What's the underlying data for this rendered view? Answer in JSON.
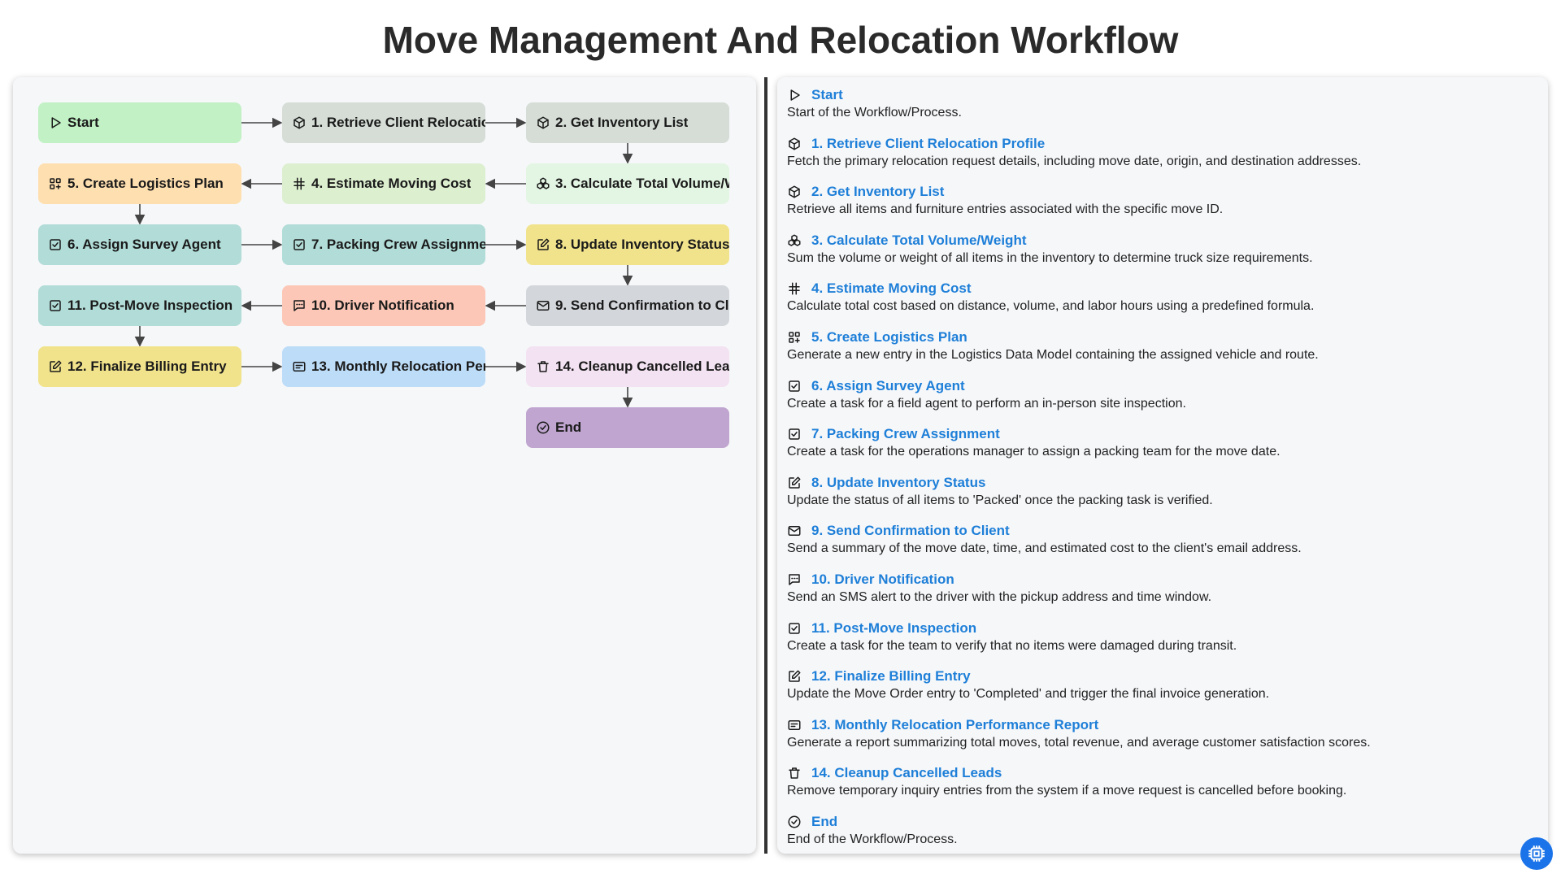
{
  "title": "Move Management And Relocation Workflow",
  "colors": {
    "start": "#c1f1c4",
    "gray_green": "#d5ddd6",
    "light_green": "#e3f5e3",
    "light_lime": "#dcefcf",
    "orange": "#fedfb0",
    "teal": "#b1dcd7",
    "yellow": "#f1e38c",
    "gray": "#d3d6da",
    "salmon": "#fcc7b6",
    "blue": "#bcdcf8",
    "pink": "#f3e2f2",
    "purple": "#bfa5cf",
    "link_blue": "#1e7fd8"
  },
  "nodes": [
    {
      "id": "start",
      "label": "Start",
      "icon": "play-icon",
      "color": "#c1f1c4",
      "row": 0,
      "col": 0
    },
    {
      "id": "n1",
      "label": "1. Retrieve Client Relocation Profile",
      "icon": "cube-icon",
      "color": "#d5ddd6",
      "row": 0,
      "col": 1
    },
    {
      "id": "n2",
      "label": "2. Get Inventory List",
      "icon": "cube-icon",
      "color": "#d5ddd6",
      "row": 0,
      "col": 2
    },
    {
      "id": "n3",
      "label": "3. Calculate Total Volume/Weight",
      "icon": "cubes-icon",
      "color": "#e3f5e3",
      "row": 1,
      "col": 2
    },
    {
      "id": "n4",
      "label": "4. Estimate Moving Cost",
      "icon": "hash-icon",
      "color": "#dcefcf",
      "row": 1,
      "col": 1
    },
    {
      "id": "n5",
      "label": "5. Create Logistics Plan",
      "icon": "grid-plus-icon",
      "color": "#fedfb0",
      "row": 1,
      "col": 0
    },
    {
      "id": "n6",
      "label": "6. Assign Survey Agent",
      "icon": "checkbox-icon",
      "color": "#b1dcd7",
      "row": 2,
      "col": 0
    },
    {
      "id": "n7",
      "label": "7. Packing Crew Assignment",
      "icon": "checkbox-icon",
      "color": "#b1dcd7",
      "row": 2,
      "col": 1
    },
    {
      "id": "n8",
      "label": "8. Update Inventory Status",
      "icon": "edit-icon",
      "color": "#f1e38c",
      "row": 2,
      "col": 2
    },
    {
      "id": "n9",
      "label": "9. Send Confirmation to Client",
      "icon": "mail-icon",
      "color": "#d3d6da",
      "row": 3,
      "col": 2
    },
    {
      "id": "n10",
      "label": "10. Driver Notification",
      "icon": "sms-icon",
      "color": "#fcc7b6",
      "row": 3,
      "col": 1
    },
    {
      "id": "n11",
      "label": "11. Post-Move Inspection",
      "icon": "checkbox-icon",
      "color": "#b1dcd7",
      "row": 3,
      "col": 0
    },
    {
      "id": "n12",
      "label": "12. Finalize Billing Entry",
      "icon": "edit-icon",
      "color": "#f1e38c",
      "row": 4,
      "col": 0
    },
    {
      "id": "n13",
      "label": "13. Monthly Relocation Performance Report",
      "icon": "report-icon",
      "color": "#bcdcf8",
      "row": 4,
      "col": 1
    },
    {
      "id": "n14",
      "label": "14. Cleanup Cancelled Leads",
      "icon": "trash-icon",
      "color": "#f3e2f2",
      "row": 4,
      "col": 2
    },
    {
      "id": "end",
      "label": "End",
      "icon": "check-circle-icon",
      "color": "#bfa5cf",
      "row": 5,
      "col": 2
    }
  ],
  "descriptions": [
    {
      "title": "Start",
      "icon": "play-icon",
      "text": "Start of the Workflow/Process."
    },
    {
      "title": "1. Retrieve Client Relocation Profile",
      "icon": "cube-icon",
      "text": "Fetch the primary relocation request details, including move date, origin, and destination addresses."
    },
    {
      "title": "2. Get Inventory List",
      "icon": "cube-icon",
      "text": "Retrieve all items and furniture entries associated with the specific move ID."
    },
    {
      "title": "3. Calculate Total Volume/Weight",
      "icon": "cubes-icon",
      "text": "Sum the volume or weight of all items in the inventory to determine truck size requirements."
    },
    {
      "title": "4. Estimate Moving Cost",
      "icon": "hash-icon",
      "text": "Calculate total cost based on distance, volume, and labor hours using a predefined formula."
    },
    {
      "title": "5. Create Logistics Plan",
      "icon": "grid-plus-icon",
      "text": "Generate a new entry in the Logistics Data Model containing the assigned vehicle and route."
    },
    {
      "title": "6. Assign Survey Agent",
      "icon": "checkbox-icon",
      "text": "Create a task for a field agent to perform an in-person site inspection."
    },
    {
      "title": "7. Packing Crew Assignment",
      "icon": "checkbox-icon",
      "text": "Create a task for the operations manager to assign a packing team for the move date."
    },
    {
      "title": "8. Update Inventory Status",
      "icon": "edit-icon",
      "text": "Update the status of all items to 'Packed' once the packing task is verified."
    },
    {
      "title": "9. Send Confirmation to Client",
      "icon": "mail-icon",
      "text": "Send a summary of the move date, time, and estimated cost to the client's email address."
    },
    {
      "title": "10. Driver Notification",
      "icon": "sms-icon",
      "text": "Send an SMS alert to the driver with the pickup address and time window."
    },
    {
      "title": "11. Post-Move Inspection",
      "icon": "checkbox-icon",
      "text": "Create a task for the team to verify that no items were damaged during transit."
    },
    {
      "title": "12. Finalize Billing Entry",
      "icon": "edit-icon",
      "text": "Update the Move Order entry to 'Completed' and trigger the final invoice generation."
    },
    {
      "title": "13. Monthly Relocation Performance Report",
      "icon": "report-icon",
      "text": "Generate a report summarizing total moves, total revenue, and average customer satisfaction scores."
    },
    {
      "title": "14. Cleanup Cancelled Leads",
      "icon": "trash-icon",
      "text": "Remove temporary inquiry entries from the system if a move request is cancelled before booking."
    },
    {
      "title": "End",
      "icon": "check-circle-icon",
      "text": "End of the Workflow/Process."
    }
  ],
  "assistant_icon": "chip-icon"
}
